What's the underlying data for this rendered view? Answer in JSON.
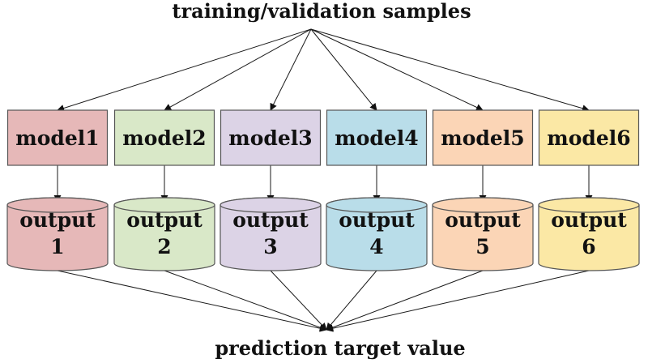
{
  "diagram": {
    "source_label": "training/validation samples",
    "target_label": "prediction target value",
    "models": [
      {
        "label": "model1",
        "color": "#e6b8b8"
      },
      {
        "label": "model2",
        "color": "#d9e8c8"
      },
      {
        "label": "model3",
        "color": "#dcd3e6"
      },
      {
        "label": "model4",
        "color": "#b9dde9"
      },
      {
        "label": "model5",
        "color": "#fbd5b6"
      },
      {
        "label": "model6",
        "color": "#fbe8a5"
      }
    ],
    "outputs": [
      {
        "line1": "output",
        "line2": "1",
        "color": "#e6b8b8"
      },
      {
        "line1": "output",
        "line2": "2",
        "color": "#d9e8c8"
      },
      {
        "line1": "output",
        "line2": "3",
        "color": "#dcd3e6"
      },
      {
        "line1": "output",
        "line2": "4",
        "color": "#b9dde9"
      },
      {
        "line1": "output",
        "line2": "5",
        "color": "#fbd5b6"
      },
      {
        "line1": "output",
        "line2": "6",
        "color": "#fbe8a5"
      }
    ]
  }
}
